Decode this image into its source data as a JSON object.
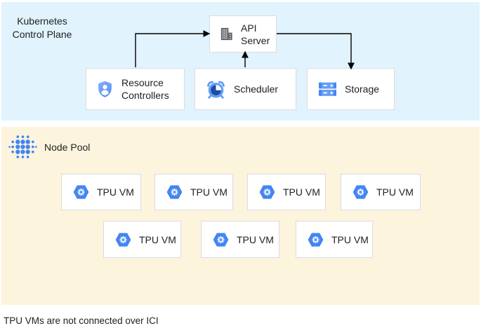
{
  "colors": {
    "control_plane_bg": "#E1F3FD",
    "node_pool_bg": "#FDF4DE",
    "box_bg": "#FFFFFF",
    "box_border": "#DADCE0",
    "text": "#1F1F1F",
    "arrow": "#000000",
    "blue": "#4285F4",
    "blue_light": "#669DF6",
    "blue_dark": "#174EA6",
    "icon_gray": "#5F6368"
  },
  "control_plane": {
    "title": "Kubernetes Control Plane",
    "api_server": {
      "label": "API Server",
      "icon": "building-icon"
    },
    "resource_controllers": {
      "label": "Resource Controllers",
      "icon": "shield-person-icon"
    },
    "scheduler": {
      "label": "Scheduler",
      "icon": "alarm-clock-icon"
    },
    "storage": {
      "label": "Storage",
      "icon": "server-stack-icon"
    }
  },
  "connections": [
    {
      "from": "resource_controllers",
      "to": "api_server"
    },
    {
      "from": "scheduler",
      "to": "api_server"
    },
    {
      "from": "api_server",
      "to": "storage"
    }
  ],
  "node_pool": {
    "title": "Node Pool",
    "icon": "dots-grid-icon",
    "tpu_vms": [
      {
        "label": "TPU VM",
        "icon": "hexagon-gear-icon"
      },
      {
        "label": "TPU VM",
        "icon": "hexagon-gear-icon"
      },
      {
        "label": "TPU VM",
        "icon": "hexagon-gear-icon"
      },
      {
        "label": "TPU VM",
        "icon": "hexagon-gear-icon"
      },
      {
        "label": "TPU VM",
        "icon": "hexagon-gear-icon"
      },
      {
        "label": "TPU VM",
        "icon": "hexagon-gear-icon"
      },
      {
        "label": "TPU VM",
        "icon": "hexagon-gear-icon"
      }
    ]
  },
  "caption": "TPU VMs are not connected over ICI"
}
